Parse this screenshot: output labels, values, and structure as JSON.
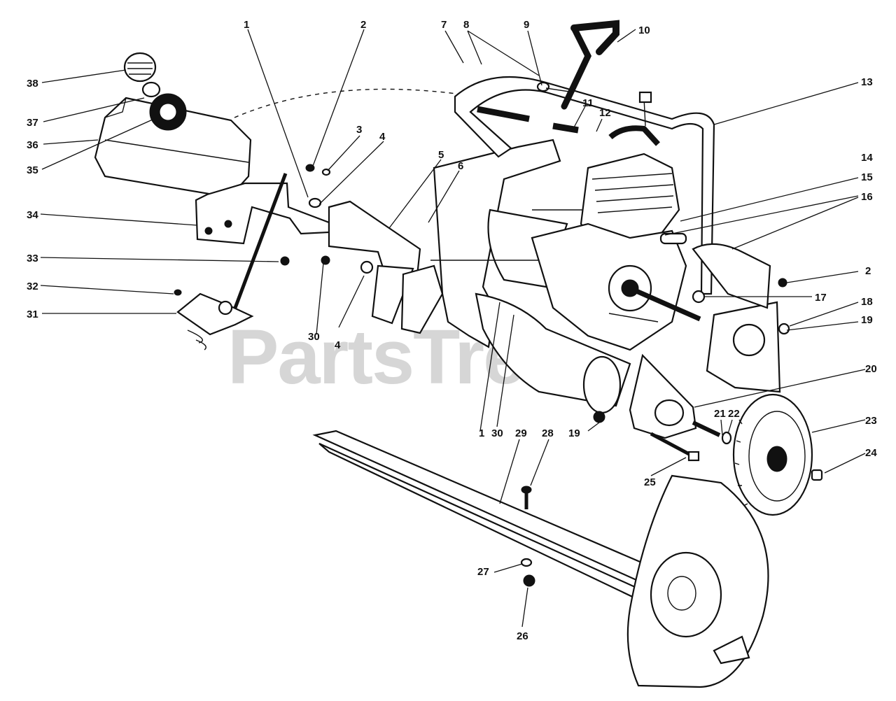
{
  "watermark": "PartsTree",
  "callouts": {
    "c1a": "1",
    "c1b": "1",
    "c2a": "2",
    "c2b": "2",
    "c3": "3",
    "c4a": "4",
    "c4b": "4",
    "c5": "5",
    "c6": "6",
    "c7": "7",
    "c8": "8",
    "c9": "9",
    "c10": "10",
    "c11": "11",
    "c12": "12",
    "c13": "13",
    "c14": "14",
    "c15": "15",
    "c16": "16",
    "c17": "17",
    "c18": "18",
    "c19a": "19",
    "c19b": "19",
    "c20": "20",
    "c21": "21",
    "c22": "22",
    "c23": "23",
    "c24": "24",
    "c25": "25",
    "c26": "26",
    "c27": "27",
    "c28": "28",
    "c29": "29",
    "c30a": "30",
    "c30b": "30",
    "c31": "31",
    "c32": "32",
    "c33": "33",
    "c34": "34",
    "c35": "35",
    "c36": "36",
    "c37": "37",
    "c38": "38"
  }
}
